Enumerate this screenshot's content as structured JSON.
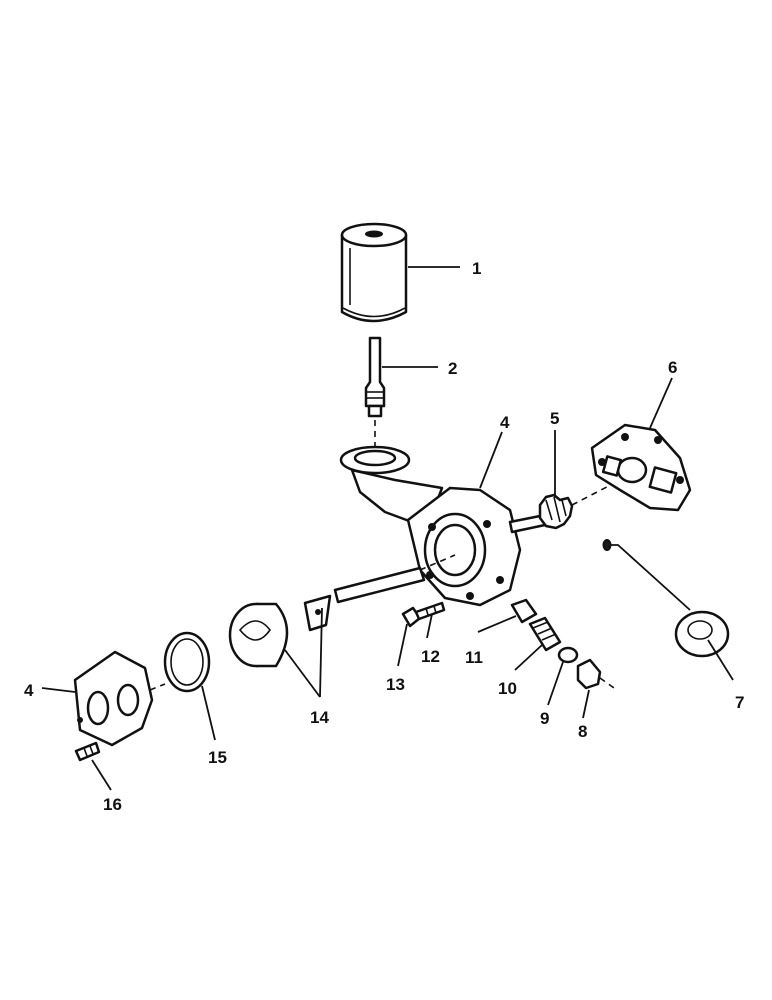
{
  "callouts": {
    "c1": "1",
    "c2": "2",
    "c3": "4",
    "c4": "5",
    "c5": "6",
    "c6": "4",
    "c7": "7",
    "c8": "8",
    "c9": "9",
    "c10": "10",
    "c11": "11",
    "c12": "12",
    "c13": "13",
    "c14": "14",
    "c15": "15",
    "c16": "16"
  }
}
